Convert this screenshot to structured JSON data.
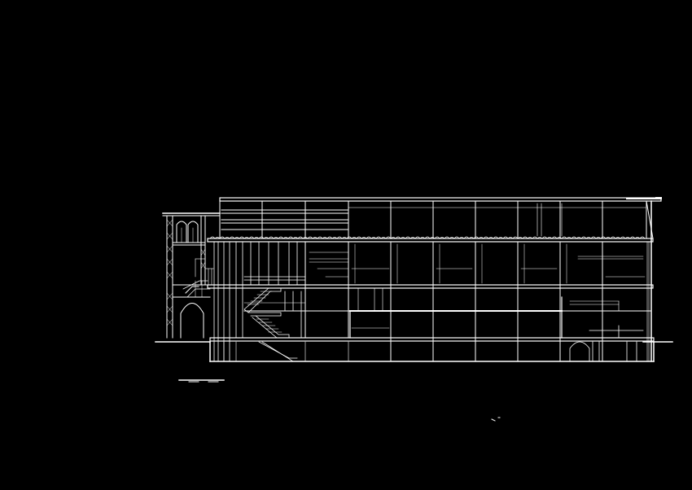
{
  "drawing": {
    "background_color": "#000000",
    "line_color": "#ffffff",
    "subject": "building-section",
    "levels_above_ground": 3,
    "levels_below_ground": 1,
    "has_scale_bar": true,
    "has_roof_garden": true,
    "has_arched_openings": true,
    "has_stairs": true
  }
}
